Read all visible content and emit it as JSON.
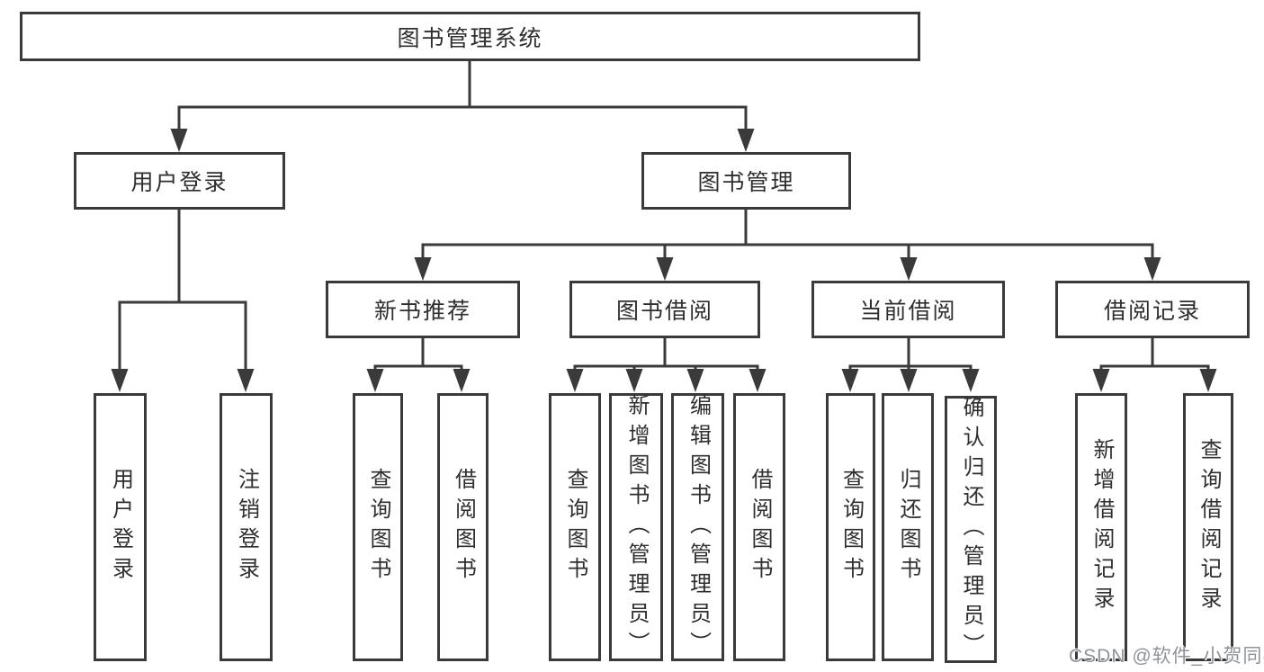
{
  "diagram": {
    "root": {
      "label": "图书管理系统"
    },
    "branches": [
      {
        "label": "用户登录",
        "children": [
          {
            "label": "用户登录"
          },
          {
            "label": "注销登录"
          }
        ]
      },
      {
        "label": "图书管理",
        "children": [
          {
            "label": "新书推荐",
            "children": [
              {
                "label": "查询图书"
              },
              {
                "label": "借阅图书"
              }
            ]
          },
          {
            "label": "图书借阅",
            "children": [
              {
                "label": "查询图书"
              },
              {
                "label": "新增图书（管理员）"
              },
              {
                "label": "编辑图书（管理员）"
              },
              {
                "label": "借阅图书"
              }
            ]
          },
          {
            "label": "当前借阅",
            "children": [
              {
                "label": "查询图书"
              },
              {
                "label": "归还图书"
              },
              {
                "label": "确认归还（管理员）"
              }
            ]
          },
          {
            "label": "借阅记录",
            "children": [
              {
                "label": "新增借阅记录"
              },
              {
                "label": "查询借阅记录"
              }
            ]
          }
        ]
      }
    ]
  },
  "watermark": {
    "text": "CSDN @软件_小贺同学",
    "color": "#8f9399"
  },
  "colors": {
    "line": "#3a3a3a",
    "text": "#2f2f2f",
    "box_fill": "#ffffff",
    "background": "#ffffff"
  }
}
